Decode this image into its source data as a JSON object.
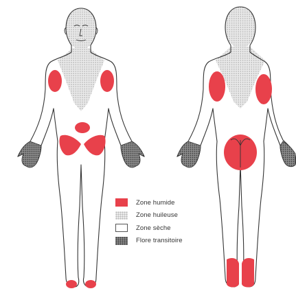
{
  "colors": {
    "zone_humide": "#e8414b",
    "zone_huileuse": "#d6d6d6",
    "zone_seche": "#ffffff",
    "flore_transitoire": "#7d7d7d",
    "outline": "#333333"
  },
  "figures": [
    {
      "name": "front-body-figure",
      "view": "front"
    },
    {
      "name": "back-body-figure",
      "view": "back"
    }
  ],
  "legend": {
    "items": [
      {
        "key": "zone-humide",
        "label": "Zone humide"
      },
      {
        "key": "zone-huileuse",
        "label": "Zone huileuse"
      },
      {
        "key": "zone-seche",
        "label": "Zone sèche"
      },
      {
        "key": "flore-transitoire",
        "label": "Flore transitoire"
      }
    ]
  }
}
